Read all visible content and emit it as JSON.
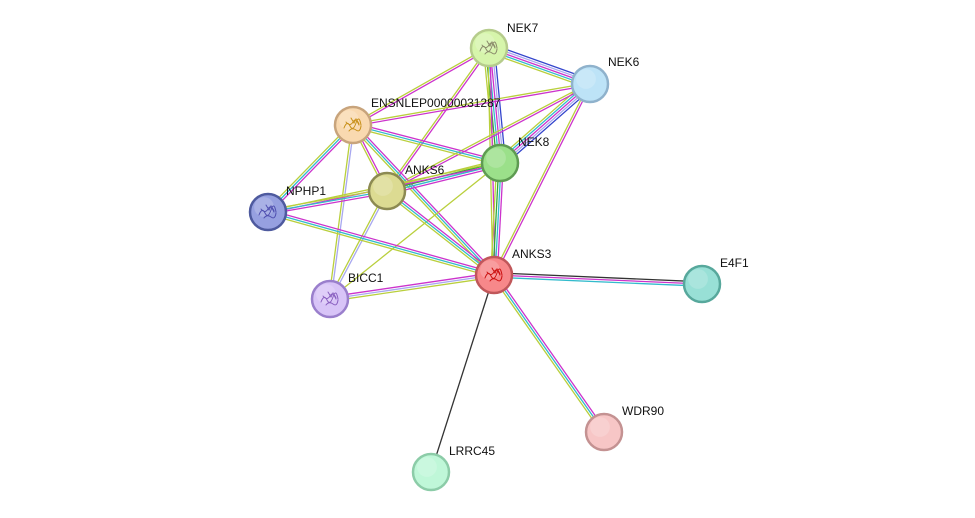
{
  "network": {
    "nodes": [
      {
        "id": "NEK7",
        "label": "NEK7",
        "color": "#d6f5ab",
        "stroke": "#b6cc8c",
        "has_structure": true,
        "structure_color": "#8a8a6a"
      },
      {
        "id": "NEK6",
        "label": "NEK6",
        "color": "#bde3f7",
        "stroke": "#8fb2cc",
        "has_structure": false
      },
      {
        "id": "ENSNLEP00000031287",
        "label": "ENSNLEP00000031287",
        "color": "#f9d9b0",
        "stroke": "#c8a47c",
        "has_structure": true,
        "structure_color": "#c8901a"
      },
      {
        "id": "NEK8",
        "label": "NEK8",
        "color": "#9be08a",
        "stroke": "#5e9b52",
        "has_structure": false
      },
      {
        "id": "ANKS6",
        "label": "ANKS6",
        "color": "#dcdb92",
        "stroke": "#8c8a52",
        "has_structure": false
      },
      {
        "id": "NPHP1",
        "label": "NPHP1",
        "color": "#96a0e0",
        "stroke": "#4e5a9e",
        "has_structure": true,
        "structure_color": "#5050b0"
      },
      {
        "id": "ANKS3",
        "label": "ANKS3",
        "color": "#f7888a",
        "stroke": "#c0575a",
        "has_structure": true,
        "structure_color": "#cc1111"
      },
      {
        "id": "BICC1",
        "label": "BICC1",
        "color": "#d8c4f7",
        "stroke": "#9a7fcc",
        "has_structure": true,
        "structure_color": "#8a60c0"
      },
      {
        "id": "E4F1",
        "label": "E4F1",
        "color": "#98e0d6",
        "stroke": "#57a89c",
        "has_structure": false
      },
      {
        "id": "WDR90",
        "label": "WDR90",
        "color": "#f7c6c6",
        "stroke": "#c49292",
        "has_structure": false
      },
      {
        "id": "LRRC45",
        "label": "LRRC45",
        "color": "#bff7d8",
        "stroke": "#8ccca8",
        "has_structure": false
      }
    ],
    "edge_colors": {
      "experimental": "#cc33cc",
      "database": "#33bbcc",
      "textmining": "#b9cf3c",
      "coexpression": "#333333",
      "homology": "#a8a8f0",
      "cooccurrence": "#3344cc",
      "neighborhood": "#33aa33",
      "fusion": "#cc3333"
    },
    "edges": [
      {
        "from": "NEK7",
        "to": "NEK6",
        "types": [
          "cooccurrence",
          "homology",
          "experimental",
          "database",
          "textmining"
        ]
      },
      {
        "from": "NEK7",
        "to": "NEK8",
        "types": [
          "cooccurrence",
          "homology",
          "experimental",
          "database",
          "neighborhood",
          "textmining"
        ]
      },
      {
        "from": "NEK7",
        "to": "ANKS3",
        "types": [
          "experimental",
          "textmining"
        ]
      },
      {
        "from": "NEK7",
        "to": "ENSNLEP00000031287",
        "types": [
          "experimental",
          "textmining"
        ]
      },
      {
        "from": "NEK7",
        "to": "ANKS6",
        "types": [
          "experimental",
          "textmining"
        ]
      },
      {
        "from": "NEK6",
        "to": "NEK8",
        "types": [
          "cooccurrence",
          "homology",
          "experimental",
          "database",
          "textmining"
        ]
      },
      {
        "from": "NEK6",
        "to": "ANKS3",
        "types": [
          "experimental",
          "textmining"
        ]
      },
      {
        "from": "NEK6",
        "to": "ENSNLEP00000031287",
        "types": [
          "experimental",
          "textmining"
        ]
      },
      {
        "from": "NEK6",
        "to": "ANKS6",
        "types": [
          "experimental",
          "textmining"
        ]
      },
      {
        "from": "ENSNLEP00000031287",
        "to": "NEK8",
        "types": [
          "experimental",
          "database",
          "textmining"
        ]
      },
      {
        "from": "ENSNLEP00000031287",
        "to": "ANKS3",
        "types": [
          "experimental",
          "database",
          "textmining"
        ]
      },
      {
        "from": "ENSNLEP00000031287",
        "to": "NPHP1",
        "types": [
          "experimental",
          "database",
          "textmining"
        ]
      },
      {
        "from": "ENSNLEP00000031287",
        "to": "BICC1",
        "types": [
          "homology",
          "textmining"
        ]
      },
      {
        "from": "ENSNLEP00000031287",
        "to": "ANKS6",
        "types": [
          "experimental",
          "textmining"
        ]
      },
      {
        "from": "NEK8",
        "to": "ANKS3",
        "types": [
          "experimental",
          "database",
          "neighborhood",
          "textmining"
        ]
      },
      {
        "from": "NEK8",
        "to": "ANKS6",
        "types": [
          "experimental",
          "database",
          "neighborhood",
          "textmining"
        ]
      },
      {
        "from": "NEK8",
        "to": "NPHP1",
        "types": [
          "experimental",
          "textmining"
        ]
      },
      {
        "from": "NEK8",
        "to": "BICC1",
        "types": [
          "textmining"
        ]
      },
      {
        "from": "ANKS6",
        "to": "NPHP1",
        "types": [
          "experimental",
          "database",
          "textmining"
        ]
      },
      {
        "from": "ANKS6",
        "to": "ANKS3",
        "types": [
          "experimental",
          "database",
          "textmining"
        ]
      },
      {
        "from": "ANKS6",
        "to": "BICC1",
        "types": [
          "homology",
          "textmining"
        ]
      },
      {
        "from": "NPHP1",
        "to": "ANKS3",
        "types": [
          "experimental",
          "database",
          "textmining"
        ]
      },
      {
        "from": "BICC1",
        "to": "ANKS3",
        "types": [
          "experimental",
          "homology",
          "textmining"
        ]
      },
      {
        "from": "ANKS3",
        "to": "E4F1",
        "types": [
          "coexpression",
          "experimental",
          "database"
        ]
      },
      {
        "from": "ANKS3",
        "to": "WDR90",
        "types": [
          "experimental",
          "database",
          "textmining"
        ]
      },
      {
        "from": "ANKS3",
        "to": "LRRC45",
        "types": [
          "coexpression"
        ]
      }
    ]
  }
}
